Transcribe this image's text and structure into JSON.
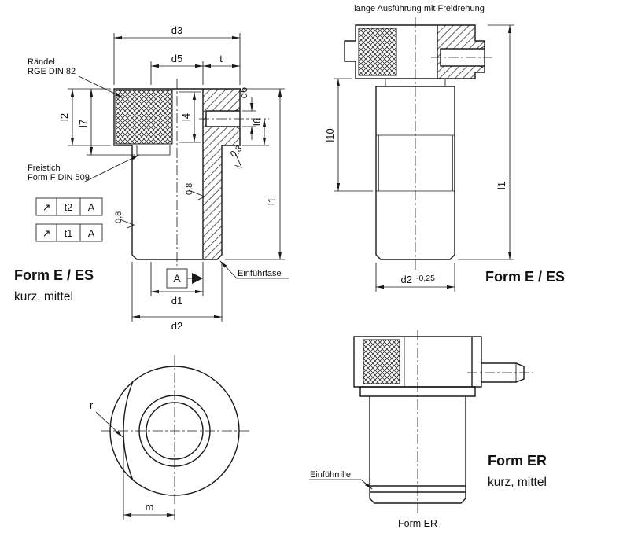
{
  "drawing": {
    "view2_header": "lange Ausführung mit Freidrehung",
    "form_e_es": "Form E / ES",
    "kurz_mittel": "kurz, mittel",
    "form_er": "Form ER",
    "form_er_caption": "Form ER",
    "raendel_line1": "Rändel",
    "raendel_line2": "RGE DIN 82",
    "freistich_line1": "Freistich",
    "freistich_line2": "Form F DIN 509",
    "einfuehrfase": "Einführfase",
    "einfuehrrille": "Einführrille",
    "roughness_value": "0,8",
    "runout_symbol": "↗",
    "datum_label": "A",
    "tol_frame_1": "t2",
    "tol_frame_2": "t1",
    "dims": {
      "d1": "d1",
      "d2": "d2",
      "d2_tol": "-0,25",
      "d3": "d3",
      "d5": "d5",
      "d6": "d6",
      "t": "t",
      "l1": "l1",
      "l2": "l2",
      "l4": "l4",
      "l6": "l6",
      "l7": "l7",
      "l10": "l10",
      "r": "r",
      "m": "m"
    },
    "line_color": "#1a1a1a"
  }
}
